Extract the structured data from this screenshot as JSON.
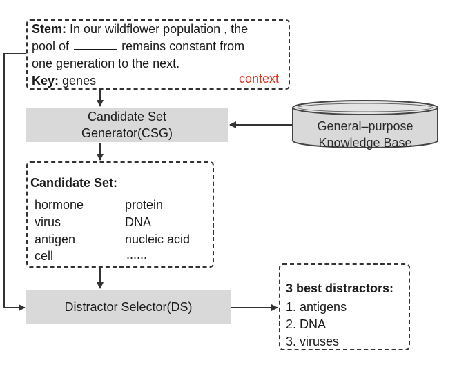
{
  "context_box": {
    "stem_label": "Stem:",
    "stem_line1": "In our wildflower population , the",
    "stem_line2_a": "pool of",
    "stem_line2_b": "remains constant from",
    "stem_line3": "one generation to the next.",
    "key_label": "Key:",
    "key_value": "genes",
    "tag": "context"
  },
  "csg": {
    "line1": "Candidate Set",
    "line2": "Generator(CSG)"
  },
  "knowledge_base": {
    "line1": "General–purpose",
    "line2": "Knowledge Base"
  },
  "candidate_set": {
    "title": "Candidate Set:",
    "left": [
      "hormone",
      "virus",
      "antigen",
      "cell"
    ],
    "right": [
      "protein",
      "DNA",
      "nucleic acid",
      "......"
    ]
  },
  "ds": {
    "label": "Distractor Selector(DS)"
  },
  "best": {
    "title": "3 best distractors:",
    "items": [
      "1. antigens",
      "2. DNA",
      "3. viruses"
    ]
  },
  "colors": {
    "box_gray": "#d9d9d9",
    "context_red": "#e0301e",
    "line": "#333333"
  }
}
